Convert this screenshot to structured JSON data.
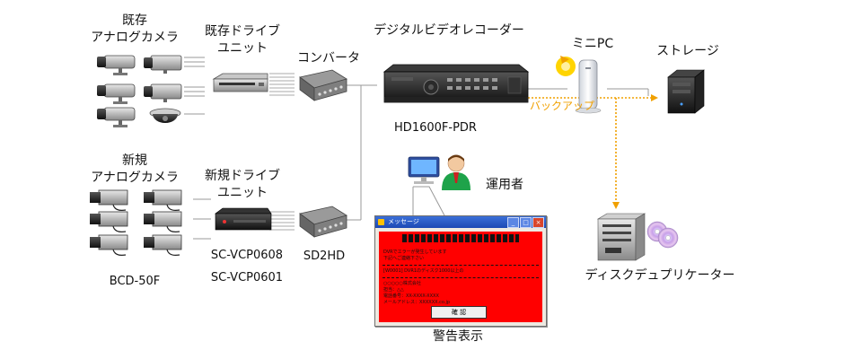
{
  "labels": {
    "existing_camera": [
      "既存",
      "アナログカメラ"
    ],
    "existing_drive": [
      "既存ドライブ",
      "ユニット"
    ],
    "converter": "コンバータ",
    "recorder": "デジタルビデオレコーダー",
    "mini_pc": "ミニPC",
    "storage": "ストレージ",
    "backup": "バックアップ",
    "recorder_model": "HD1600F-PDR",
    "operator": "運用者",
    "new_camera": [
      "新規",
      "アナログカメラ"
    ],
    "new_drive": [
      "新規ドライブ",
      "ユニット"
    ],
    "drive_model_1": "SC-VCP0608",
    "drive_model_2": "SC-VCP0601",
    "sd2hd": "SD2HD",
    "camera_model": "BCD-50F",
    "duplicator": "ディスクデュプリケーター",
    "warning_display": "警告表示"
  },
  "warning_window": {
    "title": "メッセージ",
    "lines": [
      "DVRでエラーが発生しています",
      "下記へご連絡下さい",
      "[W0001] DVR1のディスク1000以上の",
      "○○○○○株式会社",
      "担当：△△",
      "電話番号：XX-XXXX-XXXX",
      "メールアドレス：XXXXXX.co.jp"
    ],
    "ok_label": "確 認"
  },
  "colors": {
    "backup_line": "#f0a000",
    "warning_bg": "#ff0000",
    "line": "#999999"
  }
}
